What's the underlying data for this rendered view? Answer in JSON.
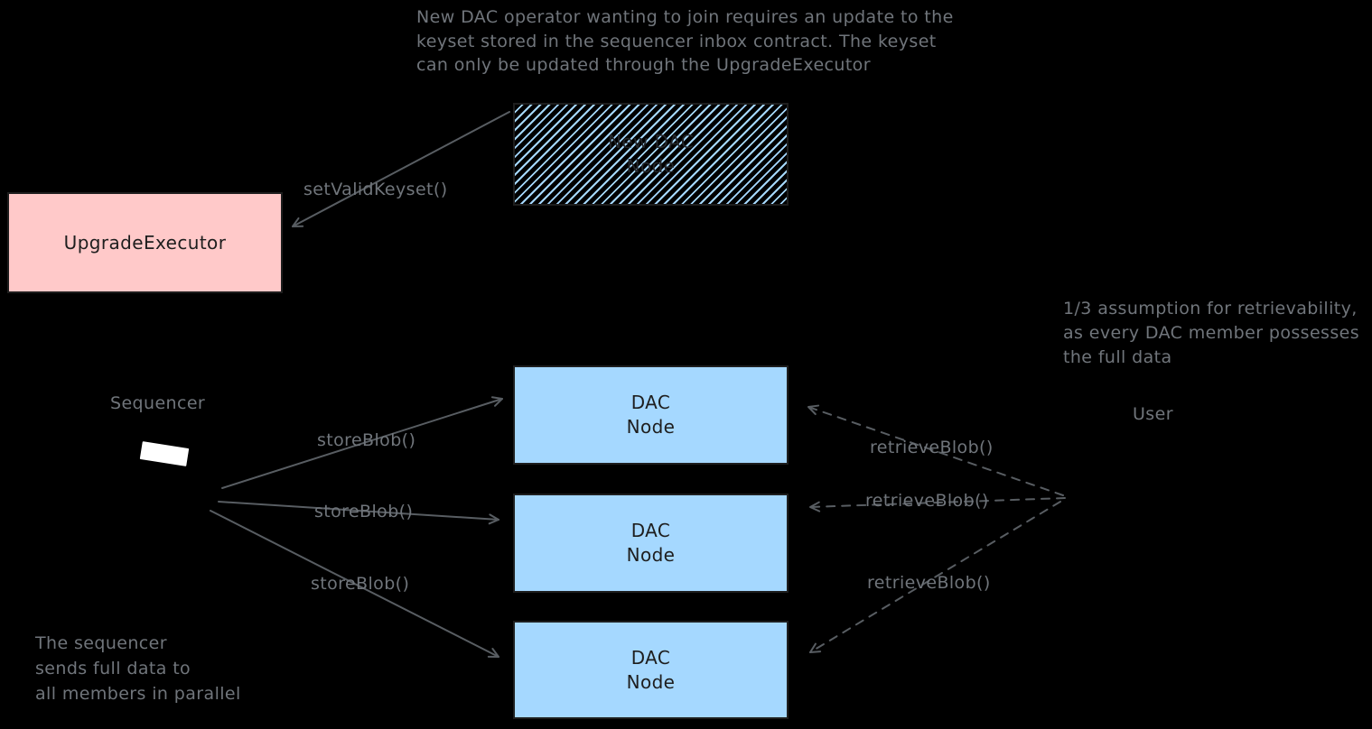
{
  "notes": {
    "intro": "New DAC operator wanting to join requires an update to the\nkeyset stored in the sequencer inbox contract. The keyset\ncan only be updated through the UpgradeExecutor",
    "assumption": "1/3 assumption for retrievability,\nas every DAC member possesses\nthe full data",
    "parallel": "The sequencer\nsends full data to\nall members in parallel"
  },
  "boxes": {
    "new_dac_node": {
      "label": "New DAC\nNode"
    },
    "upgrade_executor": {
      "label": "UpgradeExecutor"
    },
    "dac_nodes": [
      {
        "label": "DAC\nNode"
      },
      {
        "label": "DAC\nNode"
      },
      {
        "label": "DAC\nNode"
      }
    ]
  },
  "labels": {
    "set_valid_keyset": "setValidKeyset()",
    "sequencer": "Sequencer",
    "user": "User",
    "store_blob": [
      "storeBlob()",
      "storeBlob()",
      "storeBlob()"
    ],
    "retrieve_blob": [
      "retrieveBlob()",
      "retrieveBlob()",
      "retrieveBlob()"
    ]
  },
  "colors": {
    "blue_fill": "#a5d8ff",
    "pink_fill": "#ffc9c9",
    "box_border": "#1e1e1e",
    "box_ink": "#1e1e1e",
    "ink": "#70757b",
    "stroke": "#585d62",
    "bg": "#000000"
  }
}
